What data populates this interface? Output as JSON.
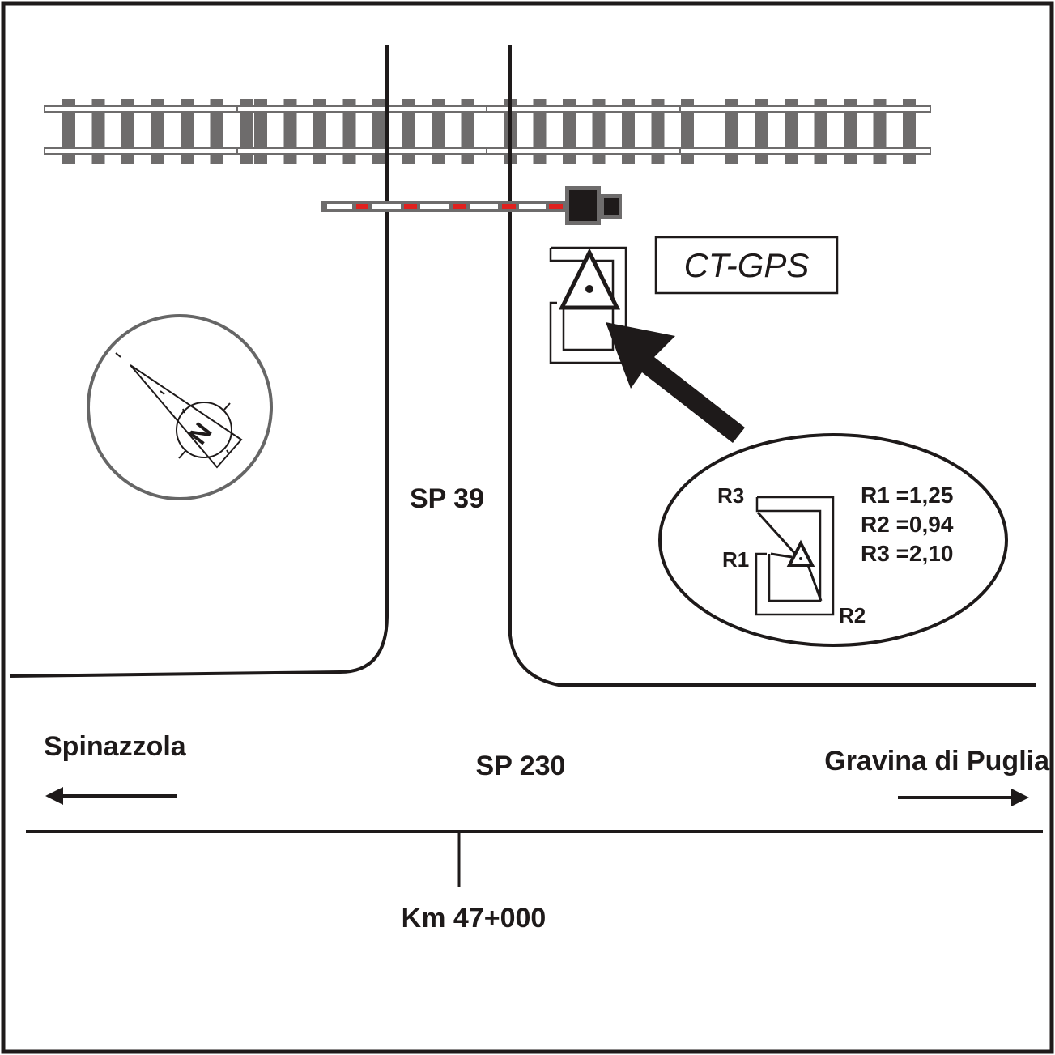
{
  "diagram": {
    "title": "Level crossing site sketch with CT-GPS benchmark",
    "colors": {
      "ink": "#1e1a1a",
      "rail_gray": "#6e6c6c",
      "barrier_red": "#e0211f",
      "compass_ring": "#666666",
      "background": "#ffffff"
    },
    "labels": {
      "station_name": "CT-GPS",
      "road_vertical": "SP 39",
      "road_horizontal": "SP 230",
      "direction_left": "Spinazzola",
      "direction_right": "Gravina di Puglia",
      "kilometer_marker": "Km 47+000",
      "compass_letter": "N"
    },
    "references": {
      "points": [
        {
          "name": "R1",
          "value": "1,25",
          "text": "R1 =1,25"
        },
        {
          "name": "R2",
          "value": "0,94",
          "text": "R2 =0,94"
        },
        {
          "name": "R3",
          "value": "2,10",
          "text": "R3 =2,10"
        }
      ]
    },
    "icons": {
      "railway": "railway-track-icon",
      "barrier": "level-crossing-barrier-icon",
      "benchmark": "survey-benchmark-triangle-icon",
      "compass": "north-arrow-compass-icon",
      "pointer": "callout-arrow-icon"
    }
  }
}
